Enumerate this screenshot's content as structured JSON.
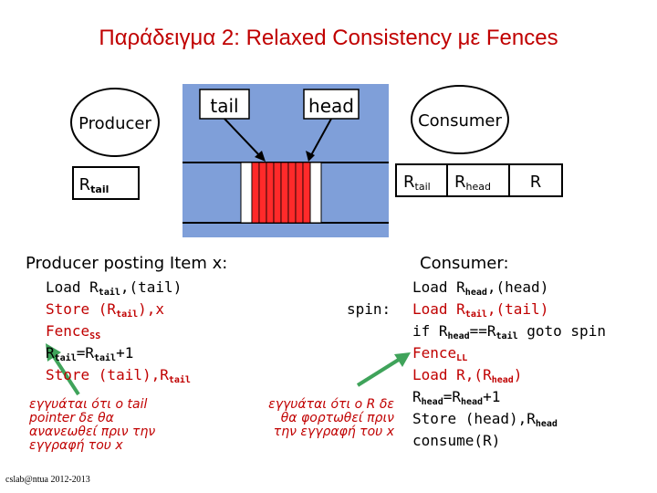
{
  "title": "Παράδειγμα 2: Relaxed Consistency με Fences",
  "diagram": {
    "producer": "Producer",
    "consumer": "Consumer",
    "tail_label": "tail",
    "head_label": "head",
    "producer_reg": {
      "base": "R",
      "sub": "tail"
    },
    "consumer_regs": [
      {
        "base": "R",
        "sub": "tail"
      },
      {
        "base": "R",
        "sub": "head"
      },
      {
        "base": "R",
        "sub": ""
      }
    ]
  },
  "producer_section": {
    "heading": "Producer posting Item x:",
    "lines": [
      {
        "color": "black",
        "parts": [
          {
            "t": "Load R"
          },
          {
            "s": "tail"
          },
          {
            "t": ",(tail)"
          }
        ]
      },
      {
        "color": "red",
        "parts": [
          {
            "t": "Store (R"
          },
          {
            "s": "tail"
          },
          {
            "t": "),x"
          }
        ]
      },
      {
        "color": "red",
        "parts": [
          {
            "t": "Fence"
          },
          {
            "s": "SS"
          }
        ]
      },
      {
        "color": "black",
        "parts": [
          {
            "t": "R"
          },
          {
            "s": "tail"
          },
          {
            "t": "=R"
          },
          {
            "s": "tail"
          },
          {
            "t": "+1"
          }
        ]
      },
      {
        "color": "red",
        "parts": [
          {
            "t": "Store (tail),R"
          },
          {
            "s": "tail"
          }
        ]
      }
    ],
    "note": [
      "εγγυάται ότι ο tail",
      "pointer δε θα",
      "ανανεωθεί πριν την",
      "εγγραφή του x"
    ]
  },
  "consumer_section": {
    "heading": "Consumer:",
    "spin_label": "spin:",
    "lines": [
      {
        "color": "black",
        "parts": [
          {
            "t": "Load R"
          },
          {
            "s": "head"
          },
          {
            "t": ",(head)"
          }
        ]
      },
      {
        "color": "red",
        "parts": [
          {
            "t": "Load R"
          },
          {
            "s": "tail"
          },
          {
            "t": ",(tail)"
          }
        ]
      },
      {
        "color": "black",
        "parts": [
          {
            "t": "if R"
          },
          {
            "s": "head"
          },
          {
            "t": "==R"
          },
          {
            "s": "tail"
          },
          {
            "t": " goto spin"
          }
        ]
      },
      {
        "color": "red",
        "parts": [
          {
            "t": "Fence"
          },
          {
            "s": "LL"
          }
        ]
      },
      {
        "color": "red",
        "parts": [
          {
            "t": "Load R,(R"
          },
          {
            "s": "head"
          },
          {
            "t": ")"
          }
        ]
      },
      {
        "color": "black",
        "parts": [
          {
            "t": "R"
          },
          {
            "s": "head"
          },
          {
            "t": "=R"
          },
          {
            "s": "head"
          },
          {
            "t": "+1"
          }
        ]
      },
      {
        "color": "black",
        "parts": [
          {
            "t": "Store (head),R"
          },
          {
            "s": "head"
          }
        ]
      },
      {
        "color": "black",
        "parts": [
          {
            "t": "consume(R)"
          }
        ]
      }
    ],
    "note": [
      "εγγυάται ότι ο R δε",
      "θα φορτωθεί πριν",
      "την εγγραφή του x"
    ]
  },
  "footer": "cslab@ntua 2012-2013",
  "colors": {
    "accent": "#c00000",
    "queue_bg": "#7f9fd9",
    "slot": "#ff2a2a",
    "arrow": "#3fa35a"
  }
}
